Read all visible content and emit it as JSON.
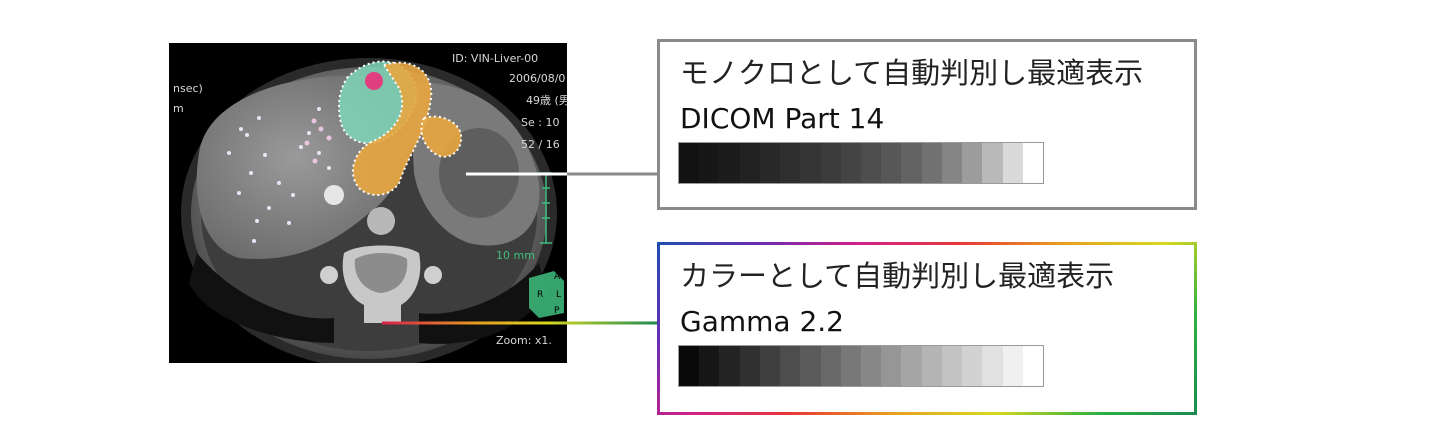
{
  "scan_image": {
    "overlay_texts": [
      "ID: VIN-Liver-00",
      "2006/08/0",
      "49歳 (男",
      "Se : 10",
      "52 / 16",
      "nsec)",
      "m",
      "10 mm",
      "Zoom: x1."
    ],
    "orientation_letters": [
      "A",
      "R",
      "L",
      "P"
    ],
    "colors": {
      "background": "#000000",
      "ruler": "#3fbf7f",
      "mono_line": "#ffffff",
      "color_line_top": "#2a9fd8",
      "color_line_bottom": "#d81e4a",
      "segment_orange": "#e8a640",
      "segment_teal": "#7fd6b8",
      "segment_magenta": "#e0407f"
    }
  },
  "callouts": [
    {
      "title": "モノクロとして自動判別し最適表示",
      "subtitle": "DICOM Part 14",
      "border_color": "#8a8a8a",
      "grayscale_steps": [
        "#121212",
        "#171717",
        "#1c1c1c",
        "#222222",
        "#282828",
        "#2e2e2e",
        "#353535",
        "#3c3c3c",
        "#444444",
        "#4d4d4d",
        "#575757",
        "#636363",
        "#727272",
        "#858585",
        "#9c9c9c",
        "#b9b9b9",
        "#dadada",
        "#ffffff"
      ]
    },
    {
      "title": "カラーとして自動判別し最適表示",
      "subtitle": "Gamma 2.2",
      "border_gradient": [
        "#1e4fb0",
        "#6a2db0",
        "#d0208a",
        "#e83838",
        "#e8a020",
        "#d8d820",
        "#30b040",
        "#1a8a50"
      ],
      "grayscale_steps": [
        "#0a0a0a",
        "#171717",
        "#242424",
        "#313131",
        "#3f3f3f",
        "#4d4d4d",
        "#5b5b5b",
        "#696969",
        "#787878",
        "#878787",
        "#969696",
        "#a5a5a5",
        "#b4b4b4",
        "#c3c3c3",
        "#d2d2d2",
        "#e1e1e1",
        "#f0f0f0",
        "#ffffff"
      ]
    }
  ]
}
